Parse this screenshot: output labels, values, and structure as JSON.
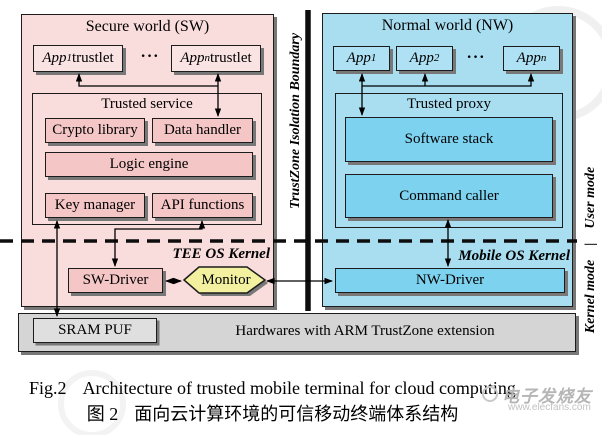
{
  "figure": {
    "secure_world": {
      "title": "Secure world (SW)",
      "trustlets": [
        {
          "base": "App",
          "sub": "1",
          "suffix": " trustlet"
        },
        {
          "base": "App",
          "sub": "n",
          "suffix": " trustlet"
        }
      ],
      "ellipsis": "···",
      "trusted_service": {
        "title": "Trusted service",
        "boxes": [
          "Crypto library",
          "Data handler",
          "Logic engine",
          "Key manager",
          "API functions"
        ]
      },
      "kernel_label": "TEE OS Kernel",
      "sw_driver": "SW-Driver",
      "monitor": "Monitor"
    },
    "normal_world": {
      "title": "Normal world (NW)",
      "apps": [
        {
          "base": "App",
          "sub": "1"
        },
        {
          "base": "App",
          "sub": "2"
        },
        {
          "base": "App",
          "sub": "n"
        }
      ],
      "ellipsis": "···",
      "trusted_proxy": {
        "title": "Trusted proxy",
        "boxes": [
          "Software stack",
          "Command caller"
        ]
      },
      "kernel_label": "Mobile OS Kernel",
      "nw_driver": "NW-Driver"
    },
    "boundary_label": "TrustZone Isolation Boundary",
    "mode_labels": {
      "kernel": "Kernel mode",
      "divider": "|",
      "user": "User mode"
    },
    "hardware": {
      "bar_label": "Hardwares with ARM TrustZone extension",
      "sram_puf": "SRAM PUF"
    }
  },
  "caption": {
    "fig_label": "Fig.2",
    "fig_title": "Architecture of trusted mobile terminal for cloud computing",
    "cn_label": "图 2",
    "cn_title": "面向云计算环境的可信移动终端体系结构"
  },
  "watermark": {
    "brand": "电子发烧友",
    "url": "www.elecfans.com"
  },
  "colors": {
    "secure_bg": "#f9dcdc",
    "secure_box": "#f5c6c6",
    "trustlet_box": "#fae3e3",
    "normal_bg": "#a9def1",
    "normal_box": "#7dd2ef",
    "normal_app_box": "#aee1f3",
    "monitor_fill": "#f3f1a0",
    "hardware_bg": "#d5d5d5",
    "sram_bg": "#dfdfdf",
    "border": "#1c1c1c",
    "shadow": "#787878"
  }
}
